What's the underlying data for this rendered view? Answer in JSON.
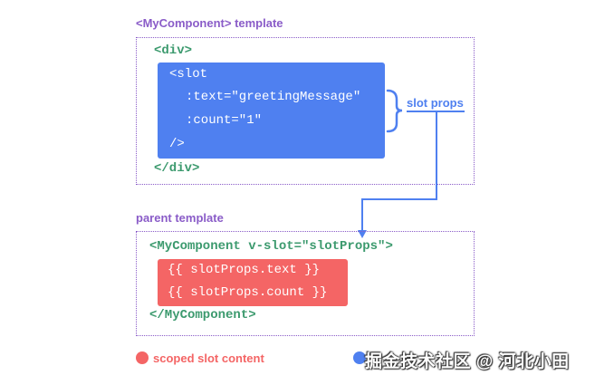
{
  "component_template": {
    "label": "<MyComponent> template",
    "div_open": "<div>",
    "slot_open": "<slot",
    "text_attr": ":text=\"greetingMessage\"",
    "count_attr": ":count=\"1\"",
    "slot_close": "/>",
    "div_close": "</div>"
  },
  "slot_props_label": "slot props",
  "parent_template": {
    "label": "parent template",
    "component_open": "<MyComponent v-slot=\"slotProps\">",
    "line_text": "{{ slotProps.text }}",
    "line_count": "{{ slotProps.count }}",
    "component_close": "</MyComponent>"
  },
  "legend": {
    "scoped_slot_content": "scoped slot content",
    "scoped_slot_color": "#f46565",
    "slot_props_color": "#4f80f0"
  },
  "watermark": "掘金技术社区 @ 河北小田",
  "colors": {
    "purple": "#8a5cc8",
    "green": "#3c9a6e",
    "blue": "#4f80f0",
    "red": "#f46565"
  }
}
